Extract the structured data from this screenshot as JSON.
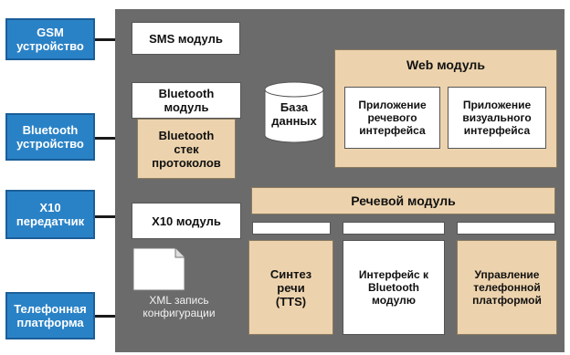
{
  "devices": [
    {
      "id": "gsm",
      "label": "GSM\nустройство"
    },
    {
      "id": "bt",
      "label": "Bluetooth\nустройство"
    },
    {
      "id": "x10",
      "label": "X10\nпередатчик"
    },
    {
      "id": "tel",
      "label": "Телефонная\nплатформа"
    }
  ],
  "modules": {
    "sms": "SMS модуль",
    "bluetooth": "Bluetooth\nмодуль",
    "bt_stack": "Bluetooth\nстек\nпротоколов",
    "database": "База\nданных",
    "web": "Web модуль",
    "voice_app": "Приложение\nречевого\nинтерфейса",
    "visual_app": "Приложение\nвизуального\nинтерфейса",
    "x10": "X10 модуль",
    "xml_config": "XML запись\nконфигурации",
    "speech": "Речевой модуль",
    "tts": "Синтез\nречи\n(TTS)",
    "bt_interface": "Интерфейс к\nBluetooth\nмодулю",
    "tel_control": "Управление\nтелефонной\nплатформой"
  },
  "colors": {
    "panel": "#6b6b6b",
    "device": "#2a82c6",
    "module": "#ffffff",
    "accent_module": "#edd3ad"
  }
}
